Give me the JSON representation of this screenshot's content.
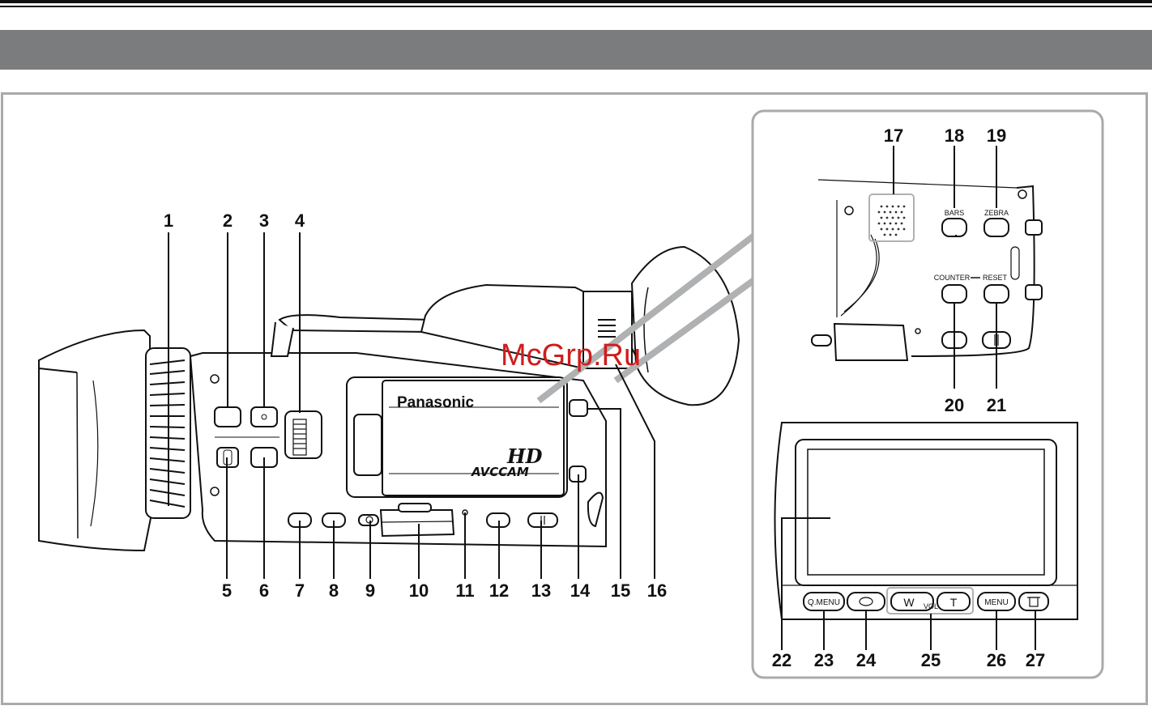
{
  "watermark": "McGrp.Ru",
  "camera": {
    "brand": "Panasonic",
    "hd": "HD",
    "model": "AVCCAM"
  },
  "callouts_main": [
    "1",
    "2",
    "3",
    "4",
    "5",
    "6",
    "7",
    "8",
    "9",
    "10",
    "11",
    "12",
    "13",
    "14",
    "15",
    "16"
  ],
  "callouts_inset_top": [
    "17",
    "18",
    "19",
    "20",
    "21"
  ],
  "callouts_inset_bottom": [
    "22",
    "23",
    "24",
    "25",
    "26",
    "27"
  ],
  "inset_labels": {
    "bars": "BARS",
    "zebra": "ZEBRA",
    "counter": "COUNTER",
    "reset": "RESET",
    "qmenu": "Q.MENU",
    "w": "W",
    "t": "T",
    "vol": "VOL",
    "menu": "MENU"
  }
}
